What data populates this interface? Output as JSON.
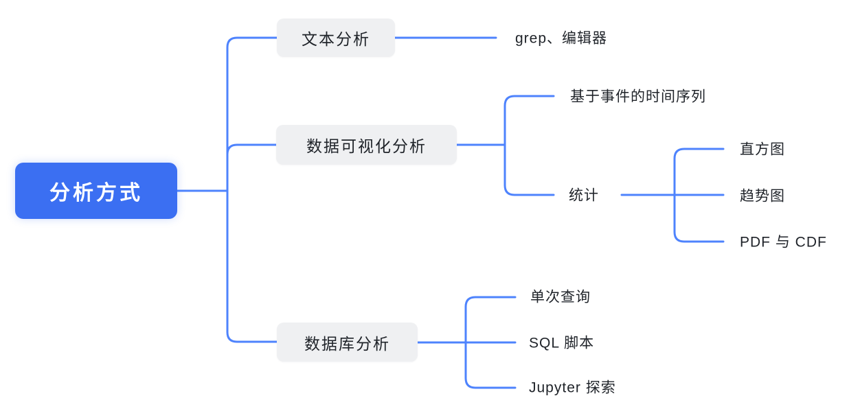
{
  "mindmap": {
    "root": {
      "label": "分析方式"
    },
    "branches": [
      {
        "label": "文本分析",
        "children": [
          {
            "label": "grep、编辑器"
          }
        ]
      },
      {
        "label": "数据可视化分析",
        "children": [
          {
            "label": "基于事件的时间序列"
          },
          {
            "label": "统计",
            "children": [
              {
                "label": "直方图"
              },
              {
                "label": "趋势图"
              },
              {
                "label": "PDF 与 CDF"
              }
            ]
          }
        ]
      },
      {
        "label": "数据库分析",
        "children": [
          {
            "label": "单次查询"
          },
          {
            "label": "SQL 脚本"
          },
          {
            "label": "Jupyter 探索"
          }
        ]
      }
    ],
    "colors": {
      "root_bg": "#3B6FF2",
      "root_text": "#FFFFFF",
      "branch_bg": "#EFF0F2",
      "text": "#1F2329",
      "line": "#4E83FD",
      "canvas_bg": "#FFFFFF"
    }
  }
}
